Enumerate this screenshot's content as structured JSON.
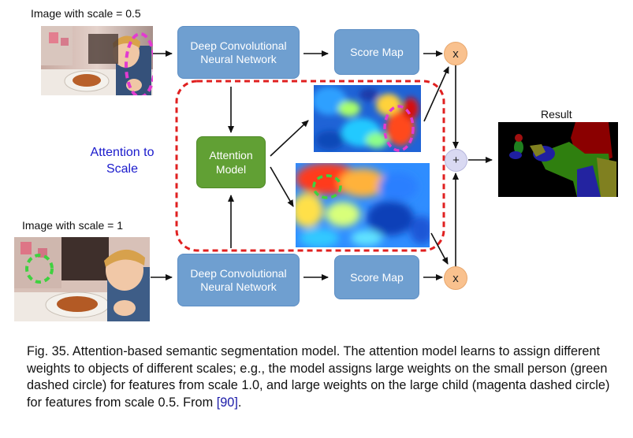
{
  "labels": {
    "top_image": "Image with scale = 0.5",
    "bottom_image": "Image with scale = 1",
    "result": "Result",
    "attention_to_scale": [
      "Attention to",
      "Scale"
    ]
  },
  "boxes": {
    "dcnn_top": [
      "Deep Convolutional",
      "Neural Network"
    ],
    "dcnn_bottom": [
      "Deep Convolutional",
      "Neural Network"
    ],
    "score_map_top": "Score Map",
    "score_map_bottom": "Score Map",
    "attention_model": [
      "Attention",
      "Model"
    ]
  },
  "operators": {
    "multiply_top": "x",
    "multiply_bottom": "x",
    "add": "+"
  },
  "caption": {
    "text": "Fig. 35. Attention-based semantic segmentation model. The attention model learns to assign different weights to objects of different scales; e.g., the model assigns large weights on the small person (green dashed circle) for features from scale 1.0, and large weights on the large child (magenta dashed circle) for features from scale 0.5. From ",
    "ref": "[90]",
    "end": "."
  },
  "colors": {
    "dcnn_fill": "#6f9fd0",
    "attention_fill": "#61a034",
    "multiply_fill": "#f9c18e",
    "add_fill": "#d9d9f2",
    "attention_border": "#e02020",
    "attention_label": "#1a1acc",
    "magenta_circle": "#e23bd0",
    "green_circle": "#3fd13f"
  }
}
